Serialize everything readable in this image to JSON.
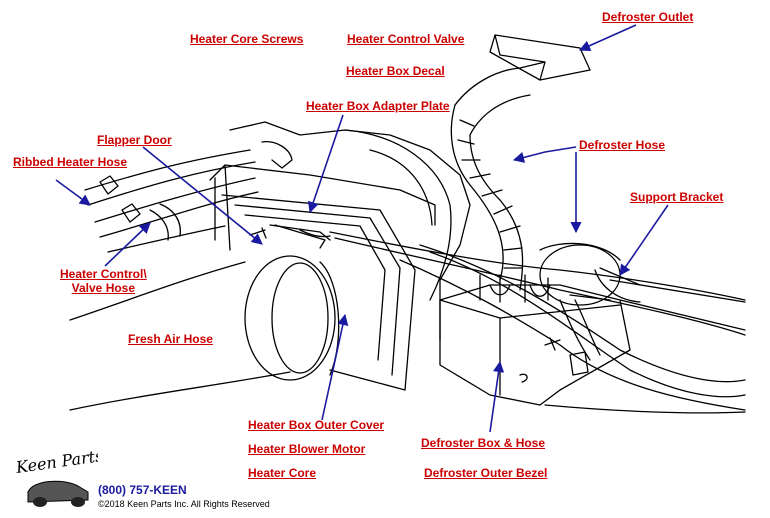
{
  "colors": {
    "label": "#cc0000",
    "arrow": "#1a1aa0",
    "line": "#000000"
  },
  "labels": {
    "heater_core_screws": "Heater Core Screws",
    "heater_control_valve": "Heater Control Valve",
    "heater_box_decal": "Heater Box Decal",
    "heater_box_adapter_plate": "Heater Box Adapter Plate",
    "defroster_outlet": "Defroster Outlet",
    "flapper_door": "Flapper Door",
    "ribbed_heater_hose": "Ribbed Heater Hose",
    "defroster_hose": "Defroster Hose",
    "support_bracket": "Support Bracket",
    "heater_control_valve_hose_line1": "Heater Control\\",
    "heater_control_valve_hose_line2": "Valve Hose",
    "fresh_air_hose": "Fresh Air Hose",
    "heater_box_outer_cover": "Heater Box Outer Cover",
    "heater_blower_motor": "Heater Blower Motor",
    "heater_core": "Heater Core",
    "defroster_box_hose": "Defroster Box & Hose",
    "defroster_outer_bezel": "Defroster Outer Bezel"
  },
  "footer": {
    "logo_text": "Keen Parts",
    "phone": "(800) 757-KEEN",
    "copyright": "©2018 Keen Parts Inc. All Rights Reserved"
  },
  "icons": {
    "logo": "keen-parts-car-logo-icon"
  }
}
